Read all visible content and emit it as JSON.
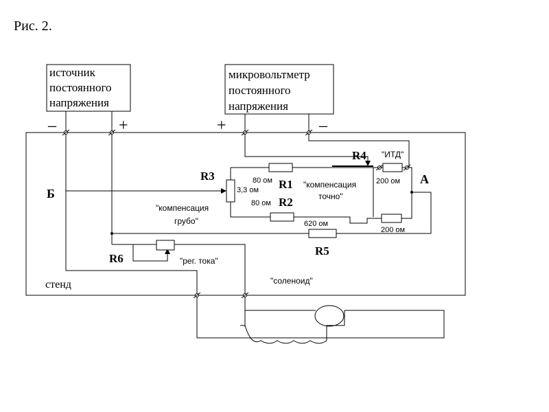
{
  "figure_caption": "Рис. 2.",
  "boxes": {
    "source": [
      "источник",
      "постоянного",
      "напряжения"
    ],
    "meter": [
      "микровольтметр",
      "постоянного",
      "напряжения"
    ]
  },
  "polarity": {
    "source_minus": "–",
    "source_plus": "+",
    "meter_plus": "+",
    "meter_minus": "–"
  },
  "labels": {
    "r1": "R1",
    "r2": "R2",
    "r3": "R3",
    "r4": "R4",
    "r5": "R5",
    "r6": "R6",
    "node_a": "А",
    "node_b": "Б",
    "stand": "стенд",
    "itd": "\"ИТД\"",
    "solenoid": "\"соленоид\"",
    "reg_current": "\"рег. тока\"",
    "comp_fine_1": "\"компенсация",
    "comp_fine_2": "точно\"",
    "comp_coarse_1": "\"компенсация",
    "comp_coarse_2": "грубо\"",
    "r3_value": "3,3 ом",
    "r1_value": "80 ом",
    "r2_value": "80 ом",
    "itd_value": "200 ом",
    "r5_value": "620 ом",
    "right_res_value": "200 ом"
  }
}
